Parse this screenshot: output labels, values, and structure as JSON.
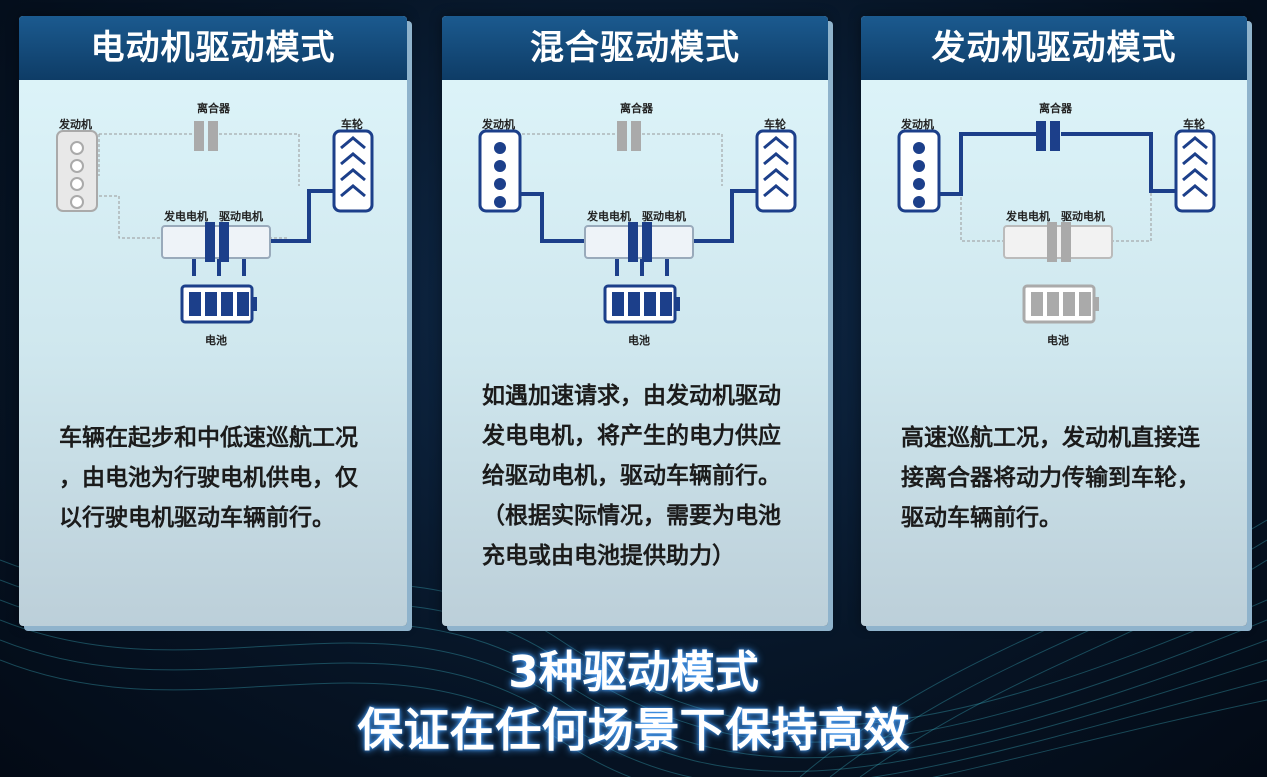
{
  "cards": [
    {
      "title": "电动机驱动模式",
      "labels": {
        "engine": "发动机",
        "clutch": "离合器",
        "wheel": "车轮",
        "generator": "发电电机",
        "drive_motor": "驱动电机",
        "battery": "电池"
      },
      "description": [
        "车辆在起步和中低速巡航工况",
        "，由电池为行驶电机供电，仅",
        "以行驶电机驱动车辆前行。"
      ]
    },
    {
      "title": "混合驱动模式",
      "labels": {
        "engine": "发动机",
        "clutch": "离合器",
        "wheel": "车轮",
        "generator": "发电电机",
        "drive_motor": "驱动电机",
        "battery": "电池"
      },
      "description": [
        "如遇加速请求，由发动机驱动",
        "发电电机，将产生的电力供应",
        "给驱动电机，驱动车辆前行。",
        "（根据实际情况，需要为电池",
        "充电或由电池提供助力）"
      ]
    },
    {
      "title": "发动机驱动模式",
      "labels": {
        "engine": "发动机",
        "clutch": "离合器",
        "wheel": "车轮",
        "generator": "发电电机",
        "drive_motor": "驱动电机",
        "battery": "电池"
      },
      "description": [
        "高速巡航工况，发动机直接连",
        "接离合器将动力传输到车轮，",
        "驱动车辆前行。"
      ]
    }
  ],
  "footer": {
    "line1": "3种驱动模式",
    "line2": "保证在任何场景下保持高效"
  },
  "colors": {
    "active": "#1c3f8a",
    "inactive": "#9a9a9a",
    "header": "#12457a"
  }
}
